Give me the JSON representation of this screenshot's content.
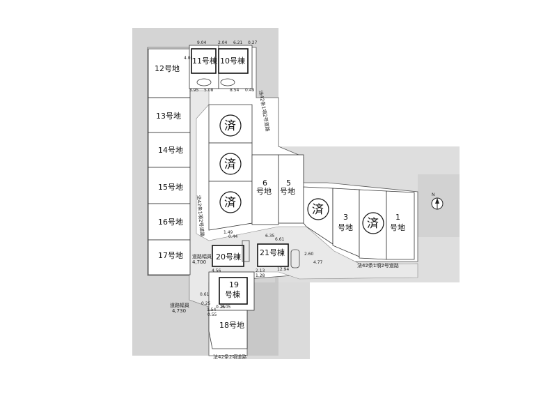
{
  "lots": {
    "12": "12号地",
    "13": "13号地",
    "14": "14号地",
    "15": "15号地",
    "16": "16号地",
    "17": "17号地",
    "18": "18号地",
    "6_num": "6",
    "5_num": "5",
    "3_num": "3",
    "1_num": "1",
    "gouchi": "号地"
  },
  "buildings": {
    "11": "11号棟",
    "10": "10号棟",
    "21": "21号棟",
    "20": "20号棟",
    "19_num": "19",
    "19_mune": "号棟"
  },
  "sold_mark": "済",
  "roads": {
    "r1": "法42条1項2号道路",
    "r2": "法42条2項道路",
    "r3": "法42条1項2号道路",
    "r4": "法42条1項2号道路",
    "width_a": "道路幅員",
    "width_a_val": "4,700",
    "width_b": "道路幅員",
    "width_b_val": "4,730"
  },
  "dims": [
    "9.04",
    "2.04",
    "6.21",
    "0.27",
    "3.95",
    "5.08",
    "8.54",
    "0.49",
    "4.01",
    "6.61",
    "6.35",
    "12.94",
    "4.77",
    "2.60",
    "1.49",
    "0.44",
    "2.13",
    "1.28",
    "4.56",
    "0.61",
    "0.25",
    "8.05",
    "1.54",
    "0.55",
    "0.25"
  ],
  "north": "N"
}
